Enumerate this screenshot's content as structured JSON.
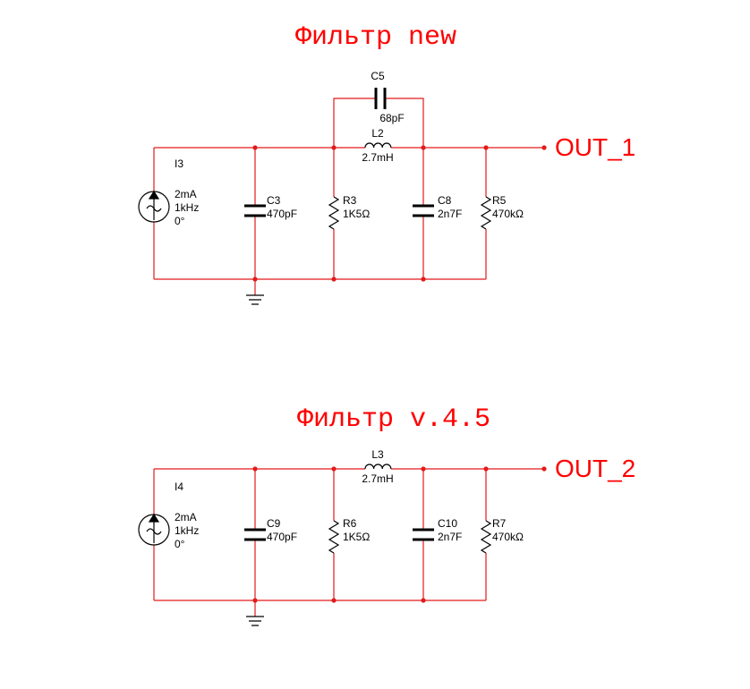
{
  "colors": {
    "wire": "#e31a1a",
    "title": "#ff0000",
    "component": "#000000"
  },
  "circuits": [
    {
      "title": "Фильтр new",
      "output": "OUT_1",
      "source": {
        "ref": "I3",
        "amplitude": "2mA",
        "frequency": "1kHz",
        "phase": "0°"
      },
      "c_in": {
        "ref": "C3",
        "value": "470pF"
      },
      "r_mid": {
        "ref": "R3",
        "value": "1K5Ω"
      },
      "inductor": {
        "ref": "L2",
        "value": "2.7mH"
      },
      "c_parallel": {
        "ref": "C5",
        "value": "68pF"
      },
      "c_out": {
        "ref": "C8",
        "value": "2n7F"
      },
      "r_load": {
        "ref": "R5",
        "value": "470kΩ"
      }
    },
    {
      "title": "Фильтр v.4.5",
      "output": "OUT_2",
      "source": {
        "ref": "I4",
        "amplitude": "2mA",
        "frequency": "1kHz",
        "phase": "0°"
      },
      "c_in": {
        "ref": "C9",
        "value": "470pF"
      },
      "r_mid": {
        "ref": "R6",
        "value": "1K5Ω"
      },
      "inductor": {
        "ref": "L3",
        "value": "2.7mH"
      },
      "c_out": {
        "ref": "C10",
        "value": "2n7F"
      },
      "r_load": {
        "ref": "R7",
        "value": "470kΩ"
      }
    }
  ]
}
